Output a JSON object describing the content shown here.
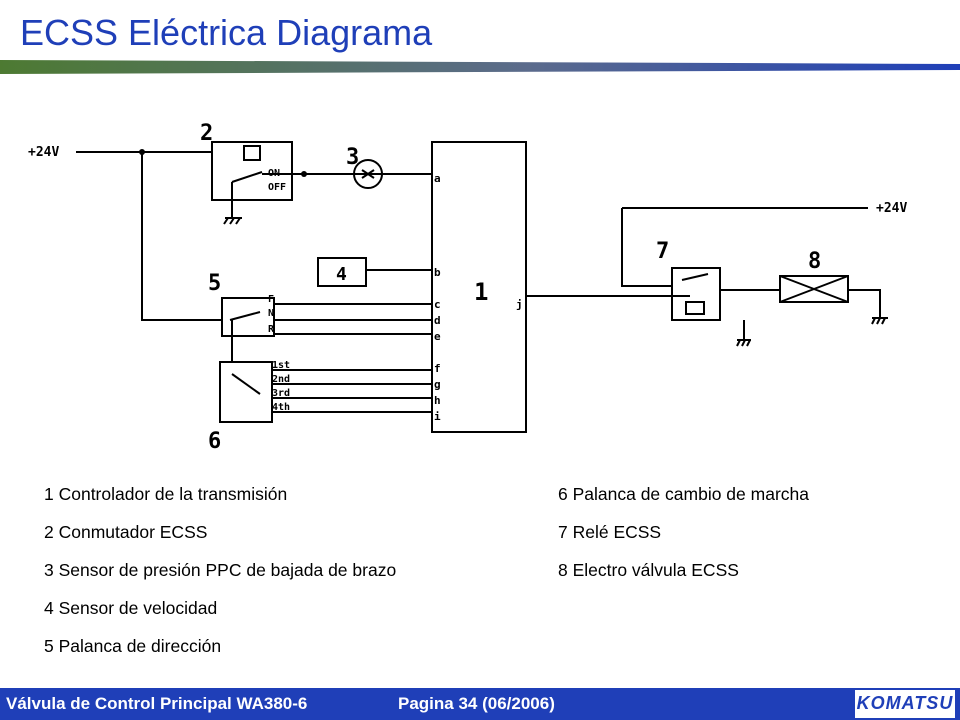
{
  "title": "ECSS Eléctrica Diagrama",
  "diagram": {
    "labels": {
      "v24_left": "+24V",
      "v24_right": "+24V",
      "num1": "1",
      "num2": "2",
      "num3": "3",
      "num4": "4",
      "num5": "5",
      "num6": "6",
      "num7": "7",
      "num8": "8",
      "on": "ON",
      "off": "OFF",
      "pin_a": "a",
      "pin_b": "b",
      "pin_c": "c",
      "pin_d": "d",
      "pin_e": "e",
      "pin_f": "f",
      "pin_g": "g",
      "pin_h": "h",
      "pin_i": "i",
      "pin_j": "j",
      "lever_f": "F",
      "lever_n": "N",
      "lever_r": "R",
      "gear_1st": "1st",
      "gear_2nd": "2nd",
      "gear_3rd": "3rd",
      "gear_4th": "4th"
    }
  },
  "legend": {
    "left": [
      "1 Controlador de la transmisión",
      "2 Conmutador ECSS",
      "3 Sensor de presión PPC de bajada de brazo",
      "4 Sensor de velocidad",
      "5 Palanca de dirección"
    ],
    "right": [
      "6 Palanca de cambio de marcha",
      "7 Relé ECSS",
      "8 Electro válvula ECSS"
    ]
  },
  "footer": {
    "left": "Válvula de Control Principal WA380-6",
    "page": "Pagina 34 (06/2006)",
    "logo": "KOMATSU"
  },
  "colors": {
    "accent": "#1f3fb8",
    "bar_green": "#4d7a32"
  }
}
